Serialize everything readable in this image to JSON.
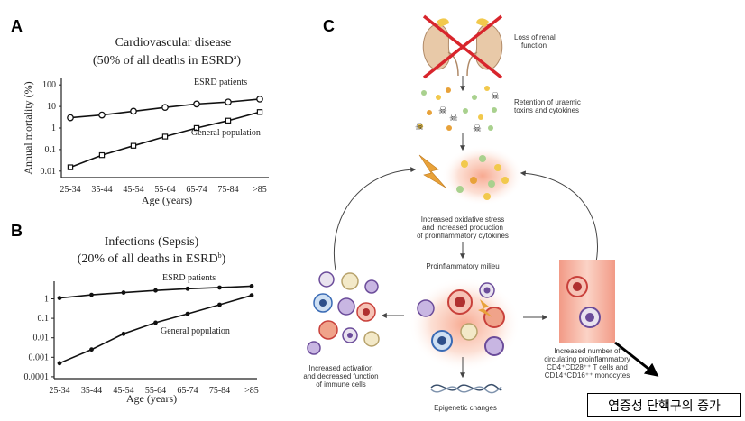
{
  "panels": {
    "a": {
      "letter": "A"
    },
    "b": {
      "letter": "B"
    },
    "c": {
      "letter": "C"
    }
  },
  "chart_data": [
    {
      "type": "line",
      "panel": "A",
      "title": "Cardiovascular disease",
      "subtitle_main": "(50% of all deaths  in ESRD",
      "subtitle_sup": "a",
      "subtitle_end": ")",
      "ylabel": "Annual mortality (%)",
      "xlabel": "Age (years)",
      "categories": [
        "25-34",
        "35-44",
        "45-54",
        "55-64",
        "65-74",
        "75-84",
        ">85"
      ],
      "y_ticks": [
        "100",
        "10",
        "1",
        "0.1",
        "0.01"
      ],
      "y_scale": "log",
      "ylim": [
        0.005,
        200
      ],
      "series": [
        {
          "name": "ESRD patients",
          "marker": "circle",
          "values": [
            3,
            4,
            6,
            9,
            13,
            16,
            22
          ]
        },
        {
          "name": "General population",
          "marker": "square",
          "values": [
            0.015,
            0.055,
            0.15,
            0.4,
            1,
            2.2,
            5.5
          ]
        }
      ]
    },
    {
      "type": "line",
      "panel": "B",
      "title": "Infections (Sepsis)",
      "subtitle_main": "(20% of all deaths  in ESRD",
      "subtitle_sup": "b",
      "subtitle_end": ")",
      "ylabel": "",
      "xlabel": "Age (years)",
      "categories": [
        "25-34",
        "35-44",
        "45-54",
        "55-64",
        "65-74",
        "75-84",
        ">85"
      ],
      "y_ticks": [
        "1",
        "0.1",
        "0.01",
        "0.001",
        "0.0001"
      ],
      "y_scale": "log",
      "ylim": [
        8e-05,
        8
      ],
      "series": [
        {
          "name": "ESRD patients",
          "marker": "dot",
          "values": [
            1.1,
            1.6,
            2.1,
            2.7,
            3.3,
            3.8,
            4.5
          ]
        },
        {
          "name": "General population",
          "marker": "dot",
          "values": [
            0.0005,
            0.0025,
            0.016,
            0.06,
            0.17,
            0.5,
            1.5
          ]
        }
      ]
    }
  ],
  "diagram": {
    "loss_renal": "Loss of renal",
    "loss_renal_2": "function",
    "retention_1": "Retention of uraemic",
    "retention_2": "toxins and cytokines",
    "oxidative_1": "Increased oxidative stress",
    "oxidative_2": "and increased production",
    "oxidative_3": "of proinflammatory cytokines",
    "milieu": "Proinflammatory milieu",
    "activation_1": "Increased activation",
    "activation_2": "and decreased function",
    "activation_3": "of immune cells",
    "number_1": "Increased number of",
    "number_2": "circulating proinflammatory",
    "number_3": "CD4⁺CD28⁺⁺ T cells and",
    "number_4": "CD14⁺CD16⁺⁺ monocytes",
    "epigenetic": "Epigenetic changes"
  },
  "annotation": {
    "korean": "염증성 단핵구의 증가"
  }
}
